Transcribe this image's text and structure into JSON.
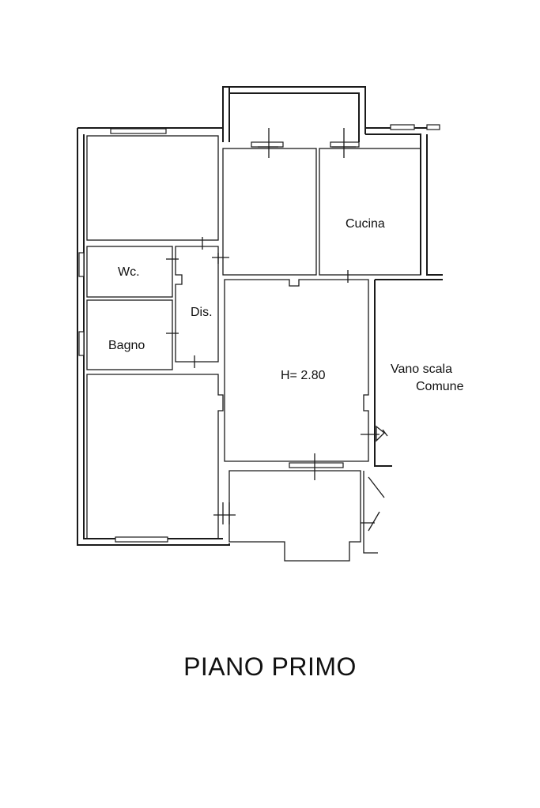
{
  "plan_title": "PIANO PRIMO",
  "rooms": {
    "cucina": "Cucina",
    "wc": "Wc.",
    "dis": "Dis.",
    "bagno": "Bagno",
    "height": "H= 2.80",
    "vano_scala_line1": "Vano scala",
    "vano_scala_line2": "Comune"
  },
  "colors": {
    "line": "#1a1a1a",
    "background": "#ffffff"
  }
}
